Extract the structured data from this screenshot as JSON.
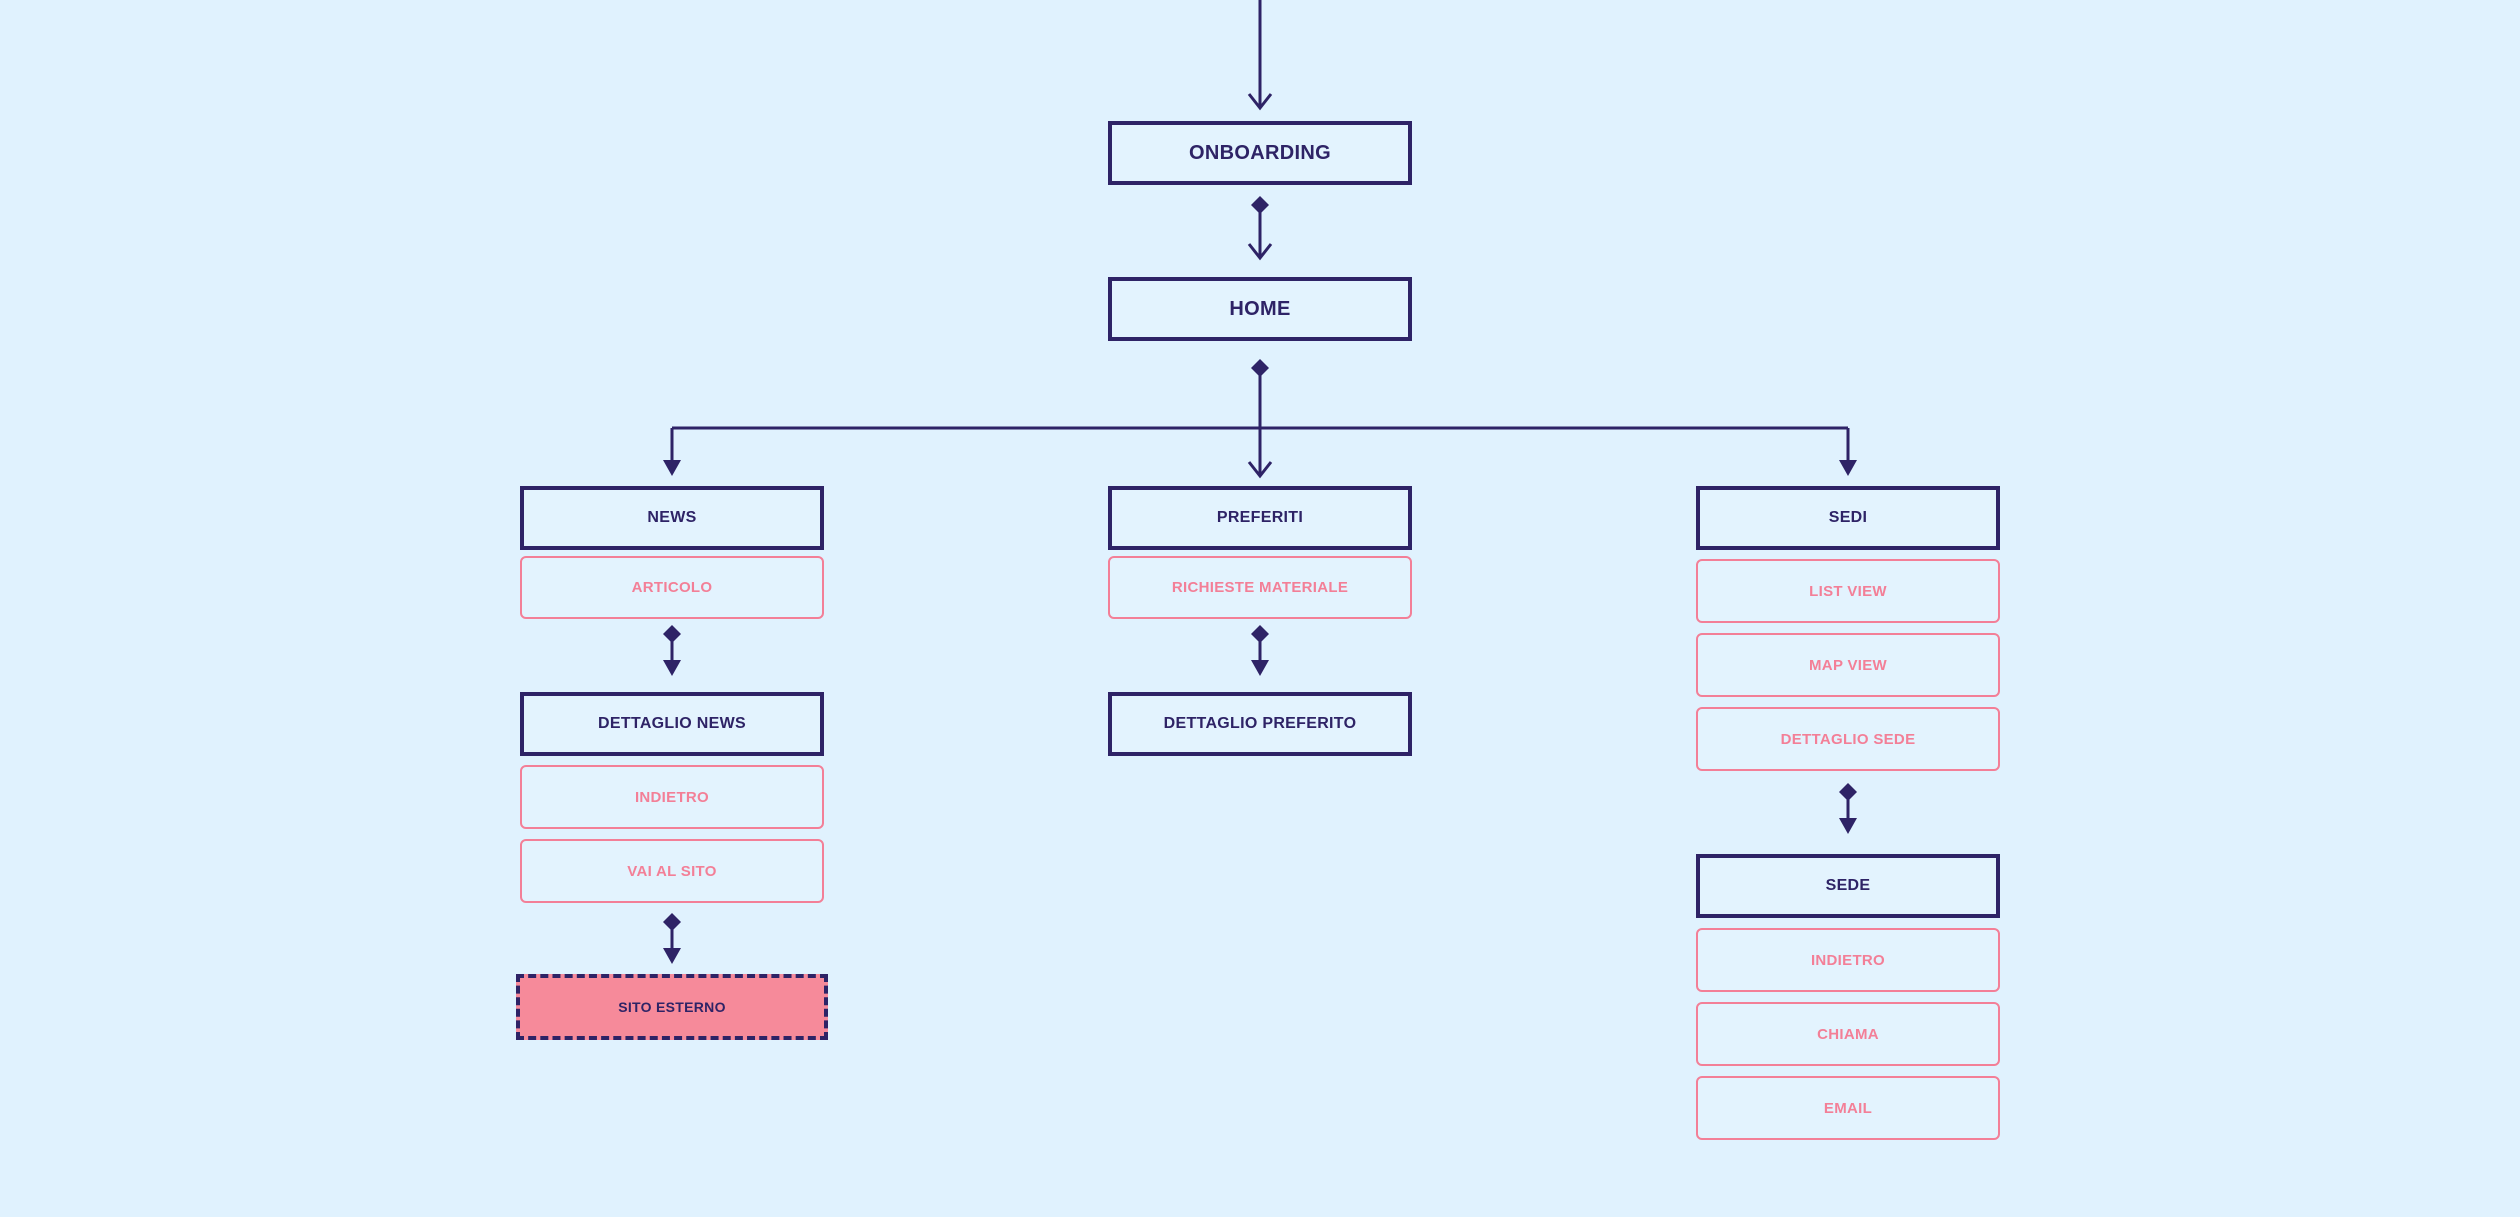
{
  "colors": {
    "background": "#e0f2fe",
    "screen": "#2e2366",
    "action": "#f37f97",
    "external_fill": "#f68a9a"
  },
  "nodes": {
    "onboarding": "ONBOARDING",
    "home": "HOME",
    "news": "NEWS",
    "articolo": "ARTICOLO",
    "dettaglio_news": "DETTAGLIO NEWS",
    "indietro_news": "INDIETRO",
    "vai_al_sito": "VAI AL SITO",
    "sito_esterno": "SITO ESTERNO",
    "preferiti": "PREFERITI",
    "richieste_materiale": "RICHIESTE MATERIALE",
    "dettaglio_preferito": "DETTAGLIO PREFERITO",
    "sedi": "SEDI",
    "list_view": "LIST VIEW",
    "map_view": "MAP VIEW",
    "dettaglio_sede": "DETTAGLIO SEDE",
    "sede": "SEDE",
    "indietro_sede": "INDIETRO",
    "chiama": "CHIAMA",
    "email": "EMAIL"
  }
}
